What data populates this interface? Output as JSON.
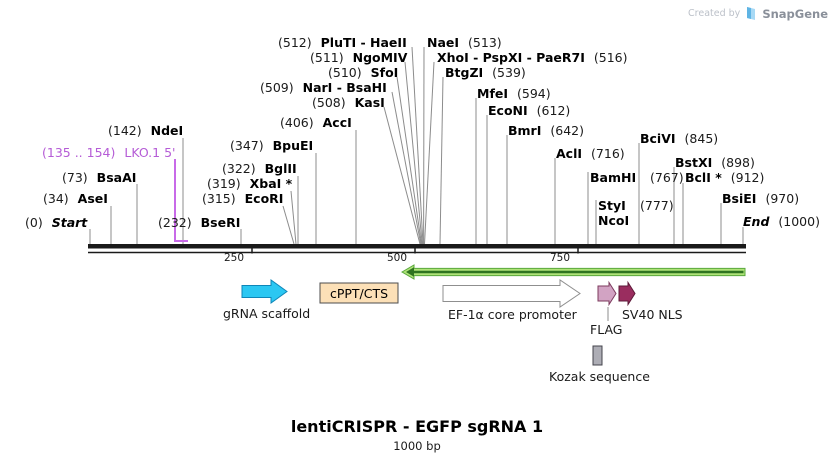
{
  "watermark": {
    "created_by": "Created by",
    "brand": "SnapGene"
  },
  "map": {
    "tick_labels": [
      "250",
      "500",
      "750"
    ],
    "enzymes": [
      {
        "pos": "(0)",
        "name": "Start"
      },
      {
        "pos": "(34)",
        "name": "AseI"
      },
      {
        "pos": "(73)",
        "name": "BsaAI"
      },
      {
        "pos": "(135 .. 154)",
        "name": "LKO.1 5'"
      },
      {
        "pos": "(142)",
        "name": "NdeI"
      },
      {
        "pos": "(232)",
        "name": "BseRI"
      },
      {
        "pos": "(315)",
        "name": "EcoRI"
      },
      {
        "pos": "(319)",
        "name": "XbaI *"
      },
      {
        "pos": "(322)",
        "name": "BglII"
      },
      {
        "pos": "(347)",
        "name": "BpuEI"
      },
      {
        "pos": "(406)",
        "name": "AccI"
      },
      {
        "pos": "(508)",
        "name": "KasI"
      },
      {
        "pos": "(509)",
        "name": "NarI - BsaHI"
      },
      {
        "pos": "(510)",
        "name": "SfoI"
      },
      {
        "pos": "(511)",
        "name": "NgoMIV"
      },
      {
        "pos": "(512)",
        "name": "PluTI - HaeII"
      },
      {
        "name": "NaeI",
        "pos": "(513)"
      },
      {
        "name": "XhoI - PspXI - PaeR7I",
        "pos": "(516)"
      },
      {
        "name": "BtgZI",
        "pos": "(539)"
      },
      {
        "name": "MfeI",
        "pos": "(594)"
      },
      {
        "name": "EcoNI",
        "pos": "(612)"
      },
      {
        "name": "BmrI",
        "pos": "(642)"
      },
      {
        "name": "AclI",
        "pos": "(716)"
      },
      {
        "name": "BciVI",
        "pos": "(845)"
      },
      {
        "name": "BstXI",
        "pos": "(898)"
      },
      {
        "name": "BamHI"
      },
      {
        "pos": "(767)"
      },
      {
        "name": "BclI *",
        "pos": "(912)"
      },
      {
        "name": "StyI"
      },
      {
        "pos": "(777)"
      },
      {
        "name": "NcoI"
      },
      {
        "name": "BsiEI",
        "pos": "(970)"
      },
      {
        "name": "End",
        "pos": "(1000)"
      }
    ]
  },
  "features": [
    {
      "label": "gRNA scaffold",
      "color": "#2BC7F2"
    },
    {
      "label": "cPPT/CTS",
      "color": "#FCE0B7"
    },
    {
      "label": "EF-1α core promoter",
      "color": "#FFFFFF"
    },
    {
      "label": "FLAG",
      "color": "#D2A3C3"
    },
    {
      "label": "SV40 NLS",
      "color": "#9A2D5F"
    },
    {
      "label": "Kozak sequence",
      "color": "#ADADB5"
    }
  ],
  "colors": {
    "annotation_purple": "#B55CD6",
    "orf_green_light": "#AFE378",
    "orf_green_dark": "#2F7420",
    "map_bar": "#1a1a1a"
  },
  "title": {
    "name": "lentiCRISPR - EGFP sgRNA 1",
    "length": "1000 bp"
  }
}
